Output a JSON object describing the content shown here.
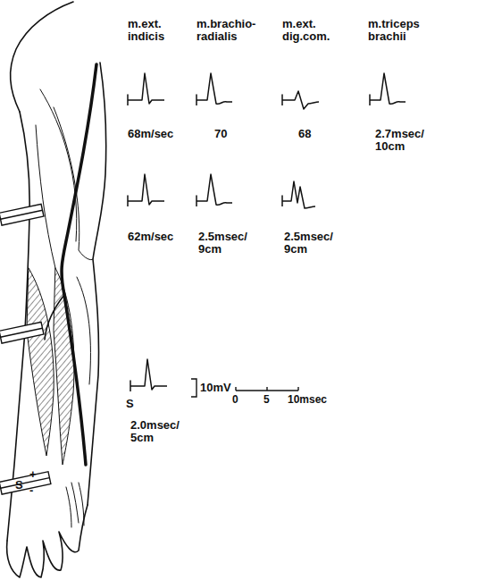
{
  "diagram": {
    "labels": [
      "m.ext. indicis",
      "m.brachio- radialis",
      "m.ext. dig.com.",
      "m.triceps brachii",
      "68m/sec",
      "70",
      "68",
      "2.7msec/ 10cm",
      "62m/sec",
      "2.5msec/ 9cm",
      "2.5msec/ 9cm",
      "S",
      "10mV",
      "0",
      "5",
      "10msec",
      "2.0msec/ 5cm",
      "S",
      "+",
      "-"
    ]
  }
}
